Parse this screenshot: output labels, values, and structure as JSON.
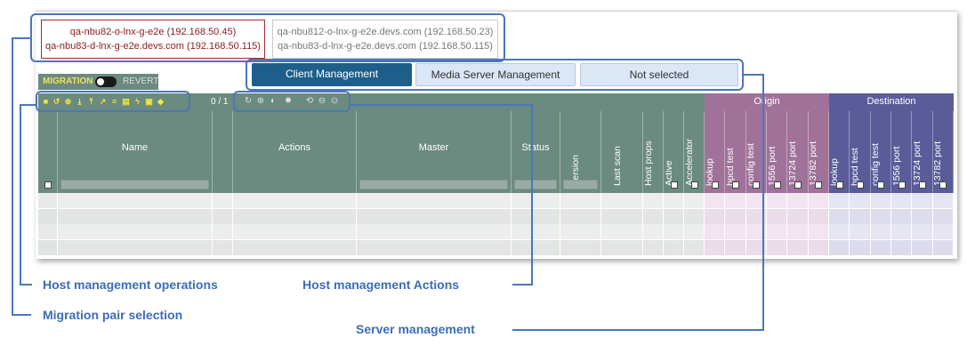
{
  "migration_pairs": [
    {
      "line1": "qa-nbu82-o-lnx-g-e2e (192.168.50.45)",
      "line2": "qa-nbu83-d-lnx-g-e2e.devs.com (192.168.50.115)"
    },
    {
      "line1": "qa-nbu812-o-lnx-g-e2e.devs.com (192.168.50.23)",
      "line2": "qa-nbu83-d-lnx-g-e2e.devs.com (192.168.50.115)"
    }
  ],
  "migration": {
    "label": "MIGRATION",
    "revert_label": "REVERT"
  },
  "tabs": [
    {
      "label": "Client Management"
    },
    {
      "label": "Media Server Management"
    },
    {
      "label": "Not selected"
    }
  ],
  "grid": {
    "counter": "0 / 1",
    "columns": {
      "name": "Name",
      "actions": "Actions",
      "master": "Master",
      "status": "Status",
      "version": "Version",
      "last_scan": "Last scan",
      "host_props": "Host props",
      "active": "Active",
      "accelerator": "Accelerator"
    },
    "groups": {
      "origin": "Origin",
      "destination": "Destination"
    },
    "port_columns": [
      "lookup",
      "bpcd test",
      "config test",
      "1556 port",
      "13724 port",
      "13782 port"
    ]
  },
  "annotations": {
    "host_ops": "Host management operations",
    "host_actions": "Host management Actions",
    "migration_pair": "Migration pair selection",
    "server_mgmt": "Server management"
  },
  "colors": {
    "green": "#6b8a80",
    "origin": "#a0729a",
    "destination": "#5a5c99",
    "active_tab": "#1d5f8a",
    "callout": "#4a77b8"
  }
}
